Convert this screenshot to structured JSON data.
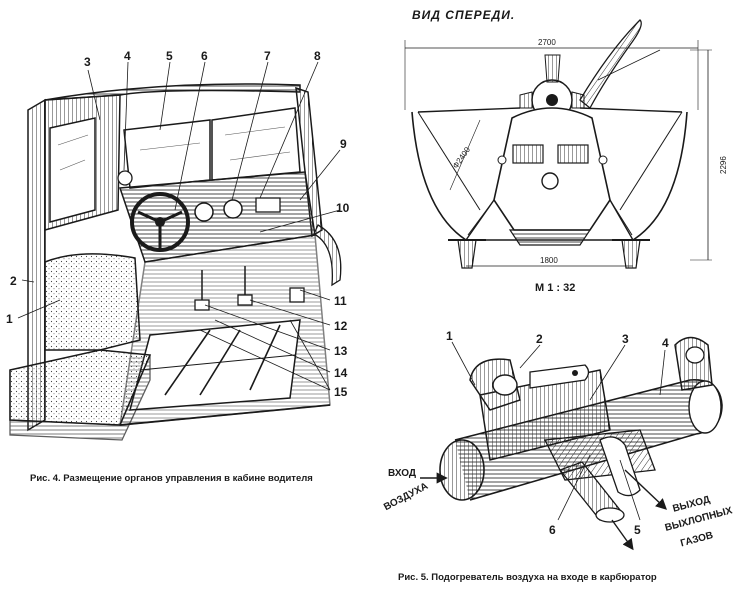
{
  "fig4": {
    "caption": "Рис. 4. Размещение органов управления в кабине водителя",
    "callouts": [
      "1",
      "2",
      "3",
      "4",
      "5",
      "6",
      "7",
      "8",
      "9",
      "10",
      "11",
      "12",
      "13",
      "14",
      "15"
    ]
  },
  "front_view": {
    "title": "ВИД СПЕРЕДИ.",
    "dim_width": "2700",
    "dim_height": "2296",
    "dim_track": "1800",
    "dim_diameter": "Ф2400",
    "scale": "М 1 : 32"
  },
  "fig5": {
    "caption": "Рис. 5. Подогреватель воздуха на входе в карбюратор",
    "callouts": [
      "1",
      "2",
      "3",
      "4",
      "5",
      "6"
    ],
    "air_in_line1": "ВХОД",
    "air_in_line2": "ВОЗДУХА",
    "exhaust_line1": "ВЫХОД",
    "exhaust_line2": "ВЫХЛОПНЫХ",
    "exhaust_line3": "ГАЗОВ"
  }
}
